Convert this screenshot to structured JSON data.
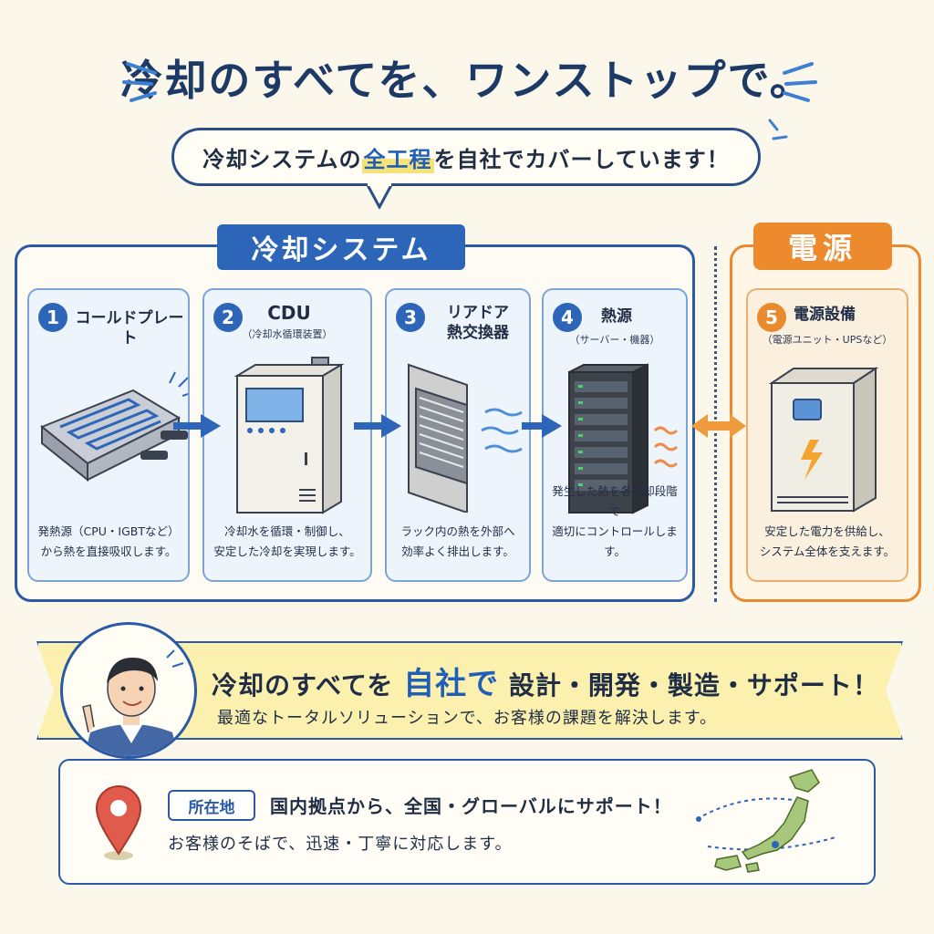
{
  "title": "冷却のすべてを、ワンストップで。",
  "bubble": {
    "before": "冷却システムの",
    "highlight": "全工程",
    "after": "を自社でカバーしています！"
  },
  "cooling_section": {
    "label": "冷却システム"
  },
  "power_section": {
    "label": "電源"
  },
  "steps": [
    {
      "number": "1",
      "title": "コールドプレート",
      "subtitle": "",
      "desc1": "発熱源（CPU・IGBTなど）",
      "desc2": "から熱を直接吸収します。"
    },
    {
      "number": "2",
      "title": "CDU",
      "subtitle": "（冷却水循環装置）",
      "desc1": "冷却水を循環・制御し、",
      "desc2": "安定した冷却を実現します。"
    },
    {
      "number": "3",
      "title": "リアドア",
      "title2": "熱交換器",
      "subtitle": "",
      "desc1": "ラック内の熱を外部へ",
      "desc2": "効率よく排出します。"
    },
    {
      "number": "4",
      "title": "熱源",
      "subtitle": "（サーバー・機器）",
      "desc1": "発生した熱を各冷却段階で",
      "desc2": "適切にコントロールします。"
    },
    {
      "number": "5",
      "title": "電源設備",
      "subtitle": "（電源ユニット・UPSなど）",
      "desc1": "安定した電力を供給し、",
      "desc2": "システム全体を支えます。"
    }
  ],
  "banner": {
    "line1_before": "冷却のすべてを",
    "line1_highlight": "自社で",
    "line1_after": "設計・開発・製造・サポート！",
    "line2": "最適なトータルソリューションで、お客様の課題を解決します。"
  },
  "location": {
    "badge": "所在地",
    "line1": "国内拠点から、全国・グローバルにサポート！",
    "line2": "お客様のそばで、迅速・丁寧に対応します。"
  },
  "colors": {
    "navy": "#1d3a66",
    "blue": "#2d66b8",
    "orange": "#e98a2f",
    "yellow": "#fbf0ae",
    "cream": "#fbf7ea"
  },
  "icons": [
    "map-pin-icon",
    "japan-map-icon",
    "lightning-icon",
    "double-arrow-icon"
  ]
}
